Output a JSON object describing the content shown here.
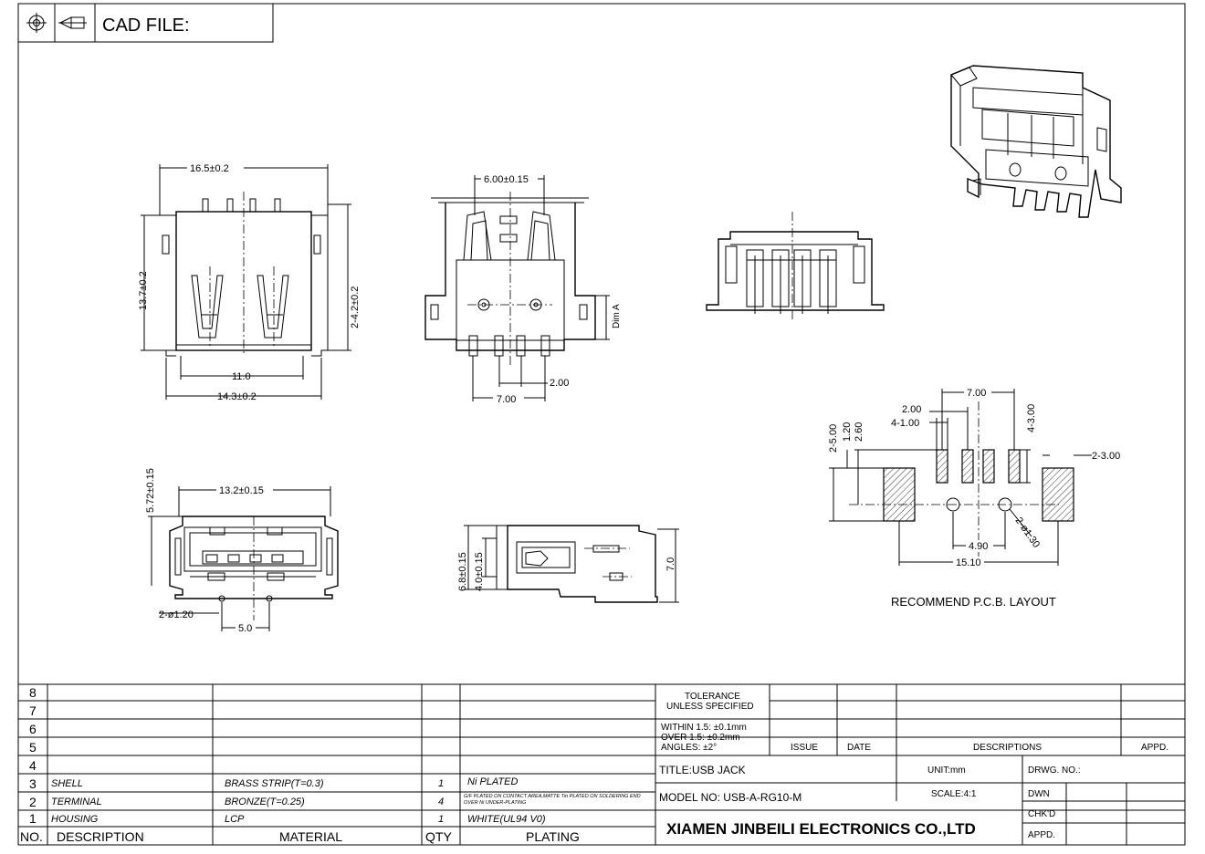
{
  "header": {
    "cad_label": "CAD FILE:"
  },
  "views": {
    "front": {
      "dim_width": "16.5±0.2",
      "dim_height": "13.7±0.2",
      "dim_side": "2-4.2±0.2",
      "dim_inner": "11.0",
      "dim_bottom": "14.3±0.2"
    },
    "side": {
      "dim_top": "6.00±0.15",
      "dim_a": "Dim A",
      "dim_pitch": "2.00",
      "dim_span": "7.00"
    },
    "bottom_view": {
      "dim_width": "13.2±0.15",
      "dim_height": "5.72±0.15",
      "dim_holes": "2-ø1.20",
      "dim_hole_pitch": "5.0"
    },
    "profile": {
      "dim_a": "6.8±0.15",
      "dim_b": "4.0±0.15",
      "dim_c": "7.0"
    },
    "pcb": {
      "dim_7": "7.00",
      "dim_2": "2.00",
      "dim_4_1": "4-1.00",
      "dim_4_3": "4-3.00",
      "dim_2_5": "2-5.00",
      "dim_120": "1.20",
      "dim_260": "2.60",
      "dim_2_3": "2-3.00",
      "dim_490": "4.90",
      "dim_1510": "15.10",
      "dim_hole": "2-ø1.30",
      "caption": "RECOMMEND P.C.B. LAYOUT"
    }
  },
  "bom": {
    "rows": [
      {
        "no": "8",
        "desc": "",
        "material": "",
        "qty": "",
        "plating": ""
      },
      {
        "no": "7",
        "desc": "",
        "material": "",
        "qty": "",
        "plating": ""
      },
      {
        "no": "6",
        "desc": "",
        "material": "",
        "qty": "",
        "plating": ""
      },
      {
        "no": "5",
        "desc": "",
        "material": "",
        "qty": "",
        "plating": ""
      },
      {
        "no": "4",
        "desc": "",
        "material": "",
        "qty": "",
        "plating": ""
      },
      {
        "no": "3",
        "desc": "SHELL",
        "material": "BRASS STRIP(T=0.3)",
        "qty": "1",
        "plating": "Ni PLATED"
      },
      {
        "no": "2",
        "desc": "TERMINAL",
        "material": "BRONZE(T=0.25)",
        "qty": "4",
        "plating": "G/F PLATED ON CONTACT AREA,MATTE Tin PLATED ON SOLDERING END OVER Ni UNDER-PLATING"
      },
      {
        "no": "1",
        "desc": "HOUSING",
        "material": "LCP",
        "qty": "1",
        "plating": "WHITE(UL94  V0)"
      }
    ],
    "headers": {
      "no": "NO.",
      "desc": "DESCRIPTION",
      "material": "MATERIAL",
      "qty": "QTY",
      "plating": "PLATING"
    }
  },
  "title_block": {
    "tolerance": "TOLERANCE",
    "unless": "UNLESS SPECIFIED",
    "within": "WITHIN 1.5: ±0.1mm",
    "over": "OVER 1.5:  ±0.2mm",
    "angles": "ANGLES: ±2°",
    "issue": "ISSUE",
    "date": "DATE",
    "descriptions": "DESCRIPTIONS",
    "appd_col": "APPD.",
    "title": "TITLE:USB JACK",
    "unit": "UNIT:mm",
    "drwg_no": "DRWG. NO.:",
    "model": "MODEL NO: USB-A-RG10-M",
    "scale": "SCALE:4:1",
    "dwn": "DWN",
    "chkd": "CHK'D",
    "appd": "APPD.",
    "company": "XIAMEN JINBEILI ELECTRONICS CO.,LTD"
  }
}
